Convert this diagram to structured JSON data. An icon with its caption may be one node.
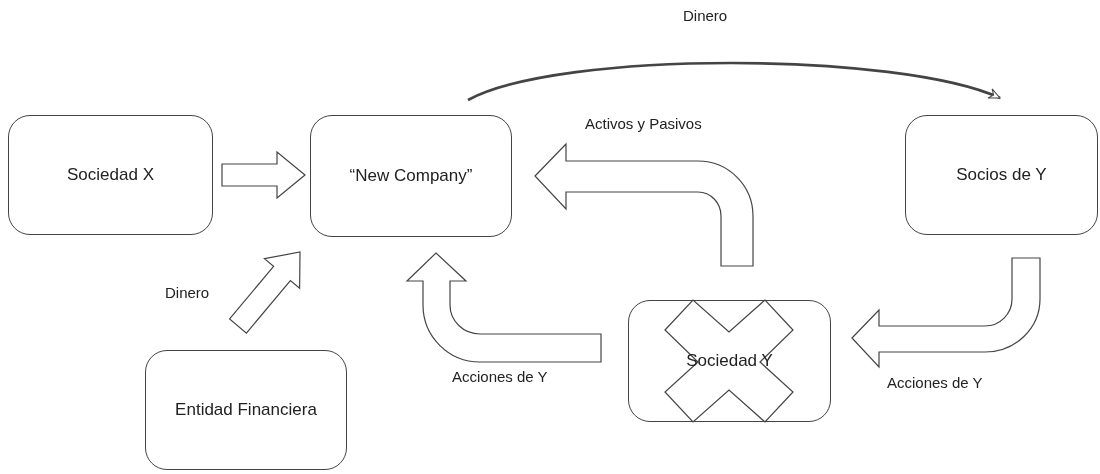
{
  "diagram": {
    "nodes": [
      {
        "text": [
          "Sociedad X"
        ]
      },
      {
        "text": [
          "“New Company”"
        ]
      },
      {
        "text": [
          "Socios de Y"
        ]
      },
      {
        "text": [
          "Sociedad Y"
        ]
      },
      {
        "text": [
          "Entidad Financiera"
        ]
      }
    ],
    "edges": [
      {
        "from": 0,
        "to": 1,
        "arrow": "to"
      },
      {
        "from": 4,
        "to": 1,
        "arrow": "to",
        "label": "Dinero"
      },
      {
        "from": 3,
        "to": 1,
        "arrow": "to",
        "label": "Activos y Pasivos"
      },
      {
        "from": 3,
        "to": 1,
        "arrow": "to",
        "label": "Acciones de Y"
      },
      {
        "from": 2,
        "to": 3,
        "arrow": "to",
        "label": "Acciones de Y"
      },
      {
        "from": 1,
        "to": 2,
        "arrow": "to",
        "label": "Dinero"
      }
    ]
  }
}
